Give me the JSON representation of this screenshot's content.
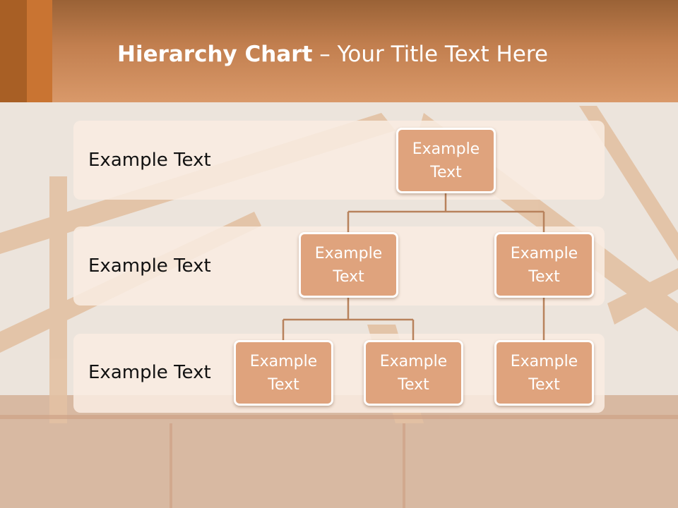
{
  "slide": {
    "title_bold": "Hierarchy Chart",
    "title_rest": " – Your Title Text Here"
  },
  "levels": [
    {
      "label": "Example Text"
    },
    {
      "label": "Example Text"
    },
    {
      "label": "Example Text"
    }
  ],
  "nodes": {
    "root": "Example Text",
    "level2_left": "Example Text",
    "level2_right": "Example Text",
    "level3_a": "Example Text",
    "level3_b": "Example Text",
    "level3_c": "Example Text"
  },
  "colors": {
    "header": "#c27f4f",
    "node_fill": "#dfa37d",
    "connector": "#b8825c",
    "band": "#f9ece2"
  }
}
